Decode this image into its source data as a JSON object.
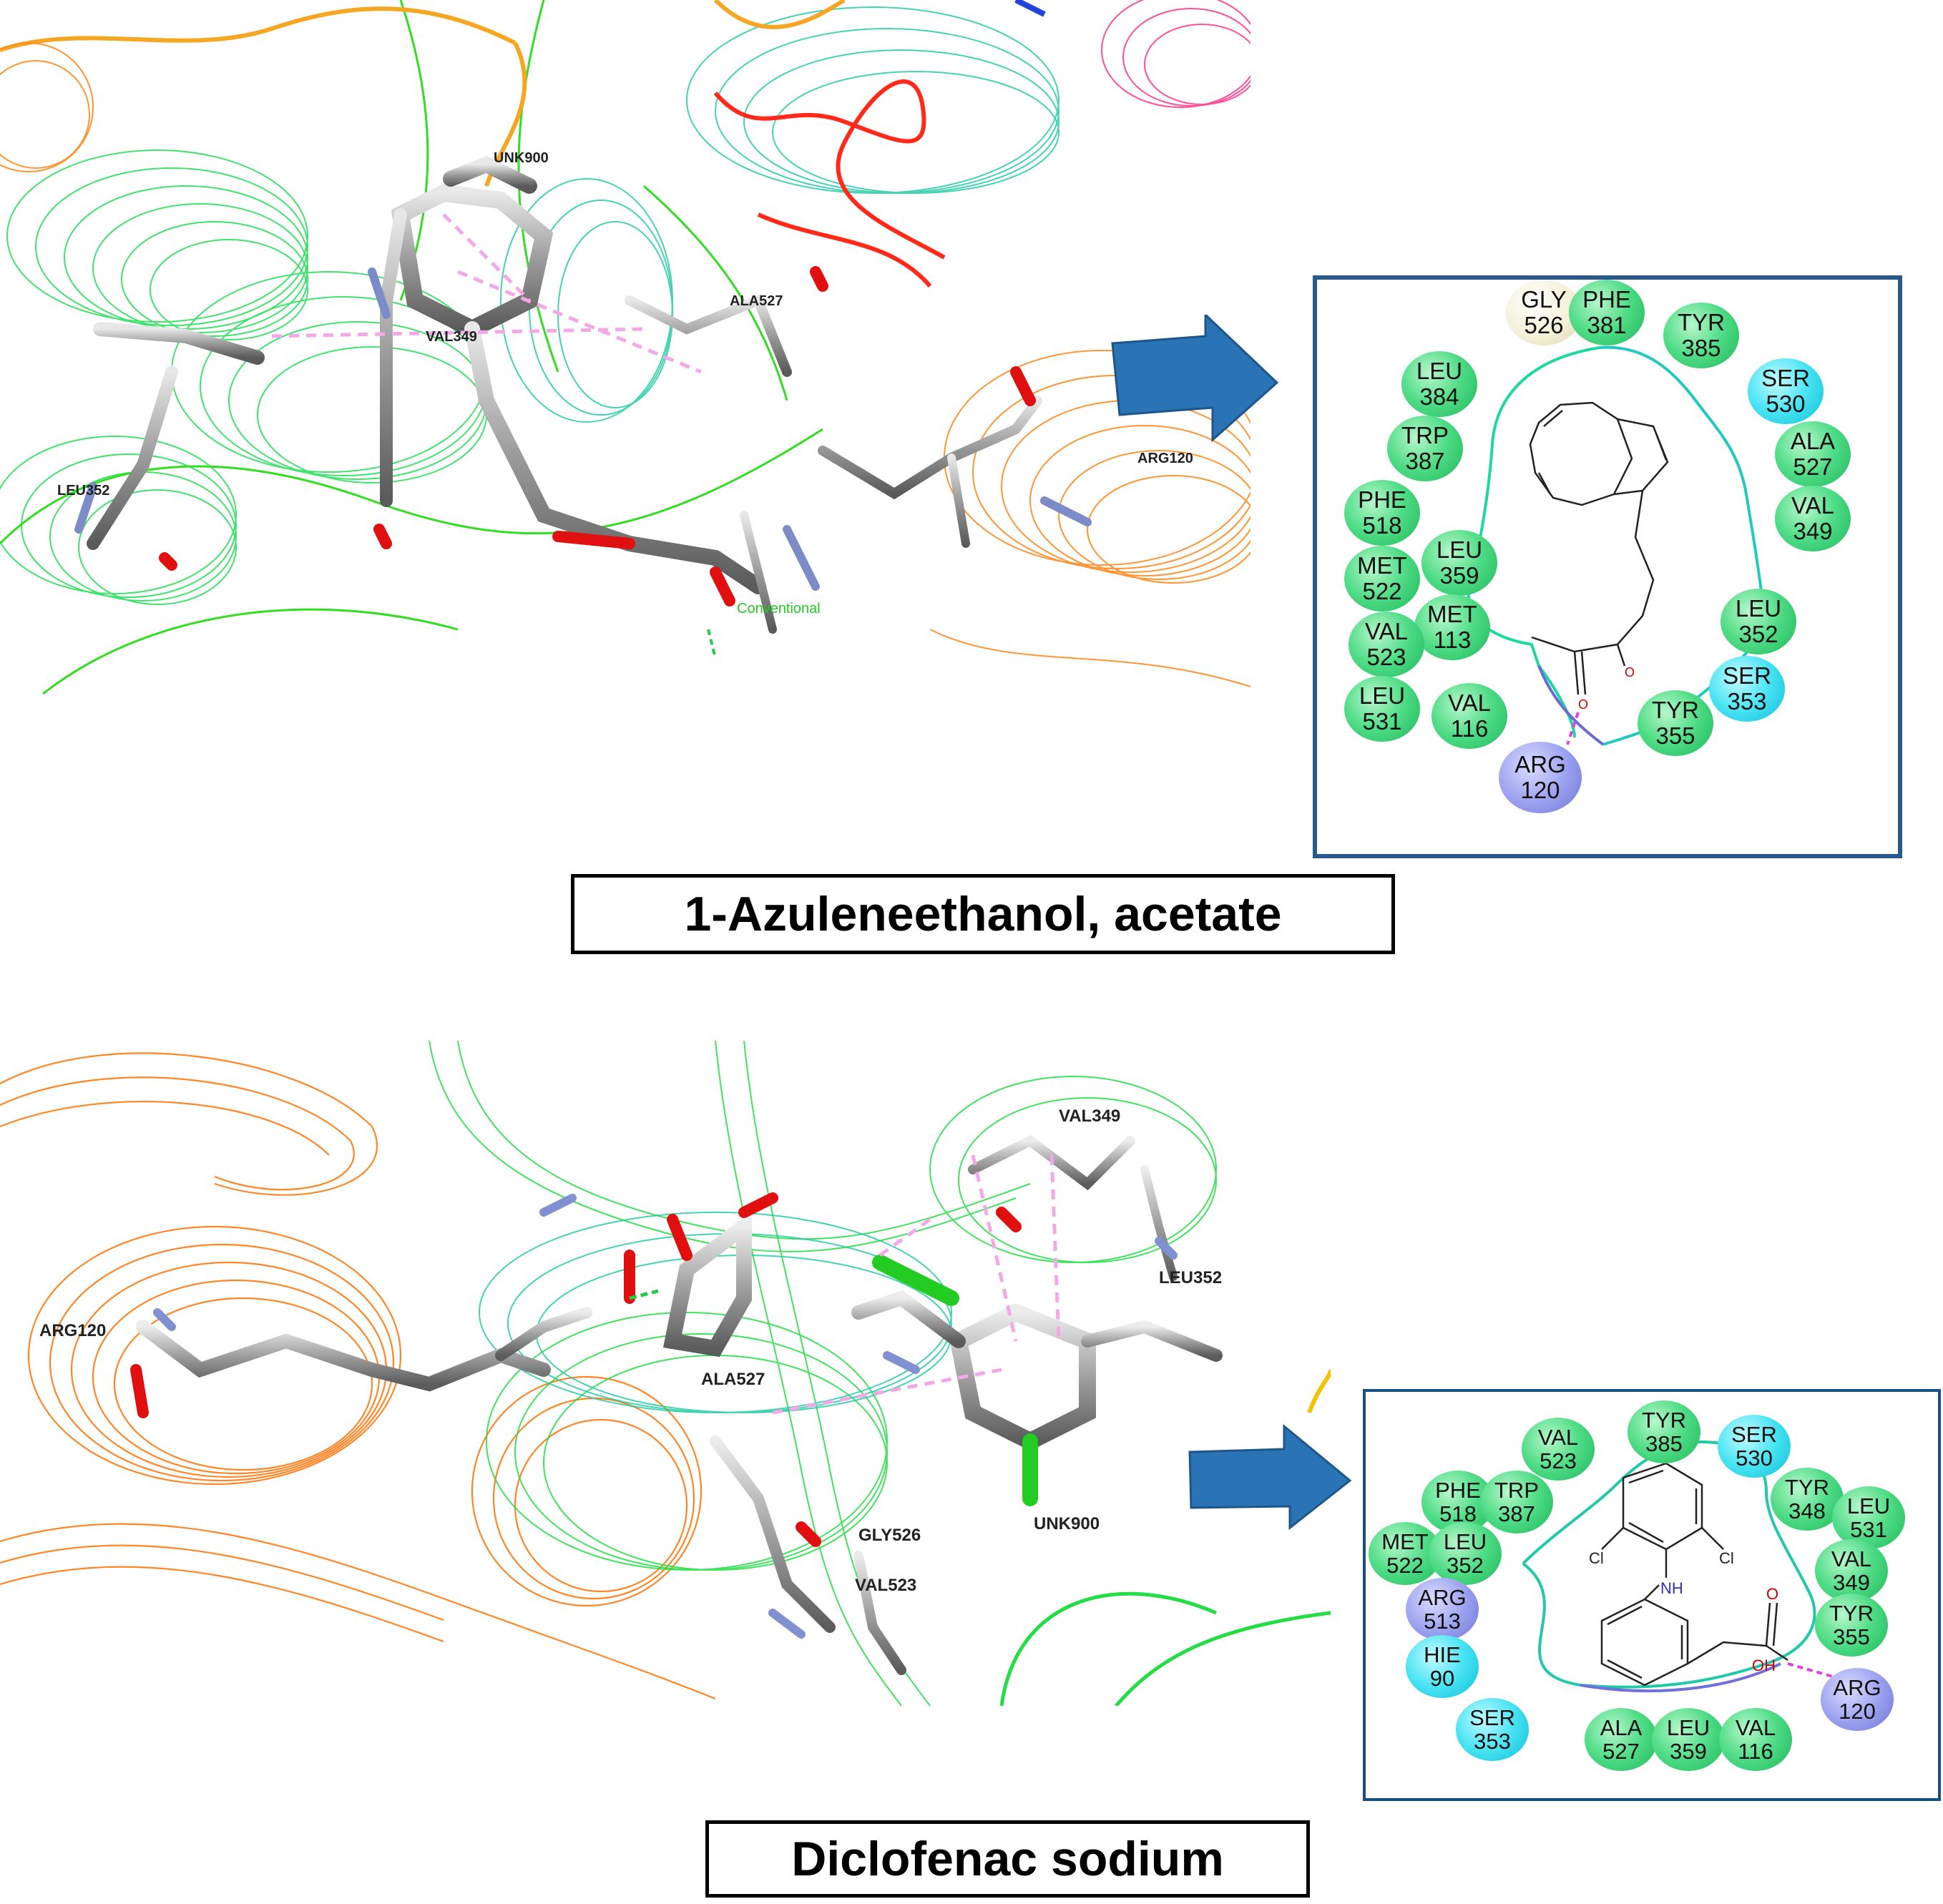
{
  "figure": {
    "panel1": {
      "caption": "1-Azuleneethanol, acetate",
      "scene_labels": {
        "unk": "UNK900",
        "ala": "ALA527",
        "val": "VAL349",
        "arg": "ARG120",
        "leu": "LEU352",
        "interaction": "Conventional"
      },
      "residues": [
        {
          "name": "GLY",
          "num": "526",
          "type": "cream"
        },
        {
          "name": "PHE",
          "num": "381",
          "type": "green"
        },
        {
          "name": "TYR",
          "num": "385",
          "type": "green"
        },
        {
          "name": "SER",
          "num": "530",
          "type": "cyan"
        },
        {
          "name": "LEU",
          "num": "384",
          "type": "green"
        },
        {
          "name": "TRP",
          "num": "387",
          "type": "green"
        },
        {
          "name": "ALA",
          "num": "527",
          "type": "green"
        },
        {
          "name": "VAL",
          "num": "349",
          "type": "green"
        },
        {
          "name": "PHE",
          "num": "518",
          "type": "green"
        },
        {
          "name": "LEU",
          "num": "359",
          "type": "green"
        },
        {
          "name": "MET",
          "num": "522",
          "type": "green"
        },
        {
          "name": "MET",
          "num": "113",
          "type": "green"
        },
        {
          "name": "LEU",
          "num": "352",
          "type": "green"
        },
        {
          "name": "VAL",
          "num": "523",
          "type": "green"
        },
        {
          "name": "SER",
          "num": "353",
          "type": "cyan"
        },
        {
          "name": "LEU",
          "num": "531",
          "type": "green"
        },
        {
          "name": "VAL",
          "num": "116",
          "type": "green"
        },
        {
          "name": "TYR",
          "num": "355",
          "type": "green"
        },
        {
          "name": "ARG",
          "num": "120",
          "type": "purple"
        }
      ],
      "atom_labels": {
        "oxygen1": "O",
        "oxygen2": "O"
      }
    },
    "panel2": {
      "caption": "Diclofenac sodium",
      "scene_labels": {
        "arg": "ARG120",
        "val": "VAL349",
        "leu": "LEU352",
        "ala": "ALA527",
        "gly": "GLY526",
        "val2": "VAL523",
        "unk": "UNK900"
      },
      "residues": [
        {
          "name": "VAL",
          "num": "523",
          "type": "green"
        },
        {
          "name": "TYR",
          "num": "385",
          "type": "green"
        },
        {
          "name": "SER",
          "num": "530",
          "type": "cyan"
        },
        {
          "name": "PHE",
          "num": "518",
          "type": "green"
        },
        {
          "name": "TRP",
          "num": "387",
          "type": "green"
        },
        {
          "name": "TYR",
          "num": "348",
          "type": "green"
        },
        {
          "name": "LEU",
          "num": "531",
          "type": "green"
        },
        {
          "name": "MET",
          "num": "522",
          "type": "green"
        },
        {
          "name": "LEU",
          "num": "352",
          "type": "green"
        },
        {
          "name": "VAL",
          "num": "349",
          "type": "green"
        },
        {
          "name": "ARG",
          "num": "513",
          "type": "purple"
        },
        {
          "name": "TYR",
          "num": "355",
          "type": "green"
        },
        {
          "name": "HIE",
          "num": "90",
          "type": "cyan"
        },
        {
          "name": "ARG",
          "num": "120",
          "type": "purple"
        },
        {
          "name": "SER",
          "num": "353",
          "type": "cyan"
        },
        {
          "name": "ALA",
          "num": "527",
          "type": "green"
        },
        {
          "name": "LEU",
          "num": "359",
          "type": "green"
        },
        {
          "name": "VAL",
          "num": "116",
          "type": "green"
        }
      ],
      "atom_labels": {
        "cl1": "Cl",
        "cl2": "Cl",
        "nh": "NH",
        "o": "O",
        "oh": "OH"
      }
    }
  }
}
